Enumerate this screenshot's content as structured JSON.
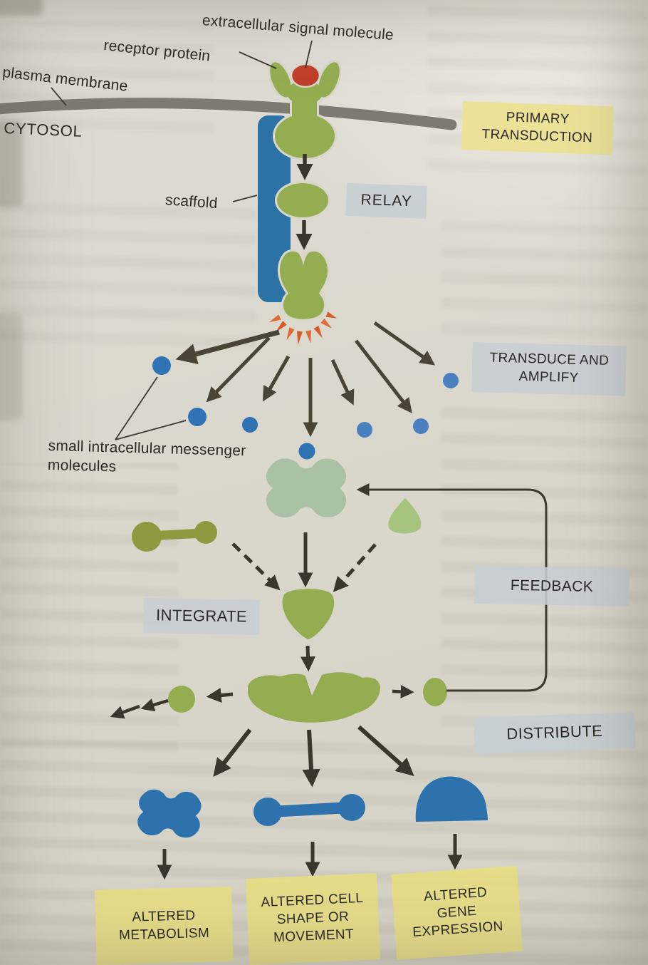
{
  "figure": {
    "annotations": {
      "extracellular_signal_molecule": "extracellular signal molecule",
      "receptor_protein": "receptor protein",
      "plasma_membrane": "plasma membrane",
      "cytosol": "CYTOSOL",
      "scaffold": "scaffold",
      "small_messengers": "small intracellular messenger molecules"
    },
    "stages": [
      {
        "id": "primary_transduction",
        "label": "PRIMARY TRANSDUCTION",
        "style": "yellow"
      },
      {
        "id": "relay",
        "label": "RELAY",
        "style": "gray"
      },
      {
        "id": "transduce_amplify",
        "label": "TRANSDUCE AND AMPLIFY",
        "style": "gray"
      },
      {
        "id": "feedback",
        "label": "FEEDBACK",
        "style": "gray"
      },
      {
        "id": "integrate",
        "label": "INTEGRATE",
        "style": "gray"
      },
      {
        "id": "distribute",
        "label": "DISTRIBUTE",
        "style": "gray"
      }
    ],
    "outcomes": [
      {
        "label": "ALTERED METABOLISM"
      },
      {
        "label": "ALTERED CELL SHAPE OR MOVEMENT"
      },
      {
        "label": "ALTERED GENE EXPRESSION"
      }
    ],
    "colors": {
      "protein_green": "#94ad51",
      "pale_sage_green": "#a9c2a5",
      "light_green": "#a5c47e",
      "olive": "#8e9a40",
      "signal_red": "#c13f2a",
      "ray_orange": "#e06a33",
      "scaffold_blue": "#2c73a5",
      "messenger_blue": "#2f73b4",
      "effector_blue": "#2d71ad",
      "membrane_gray": "#7b7b73",
      "arrow_dark": "#3a362e",
      "yellow_box": "#e7dd83",
      "gray_box": "#c6ced3",
      "paper": "#d9d6cc"
    }
  }
}
